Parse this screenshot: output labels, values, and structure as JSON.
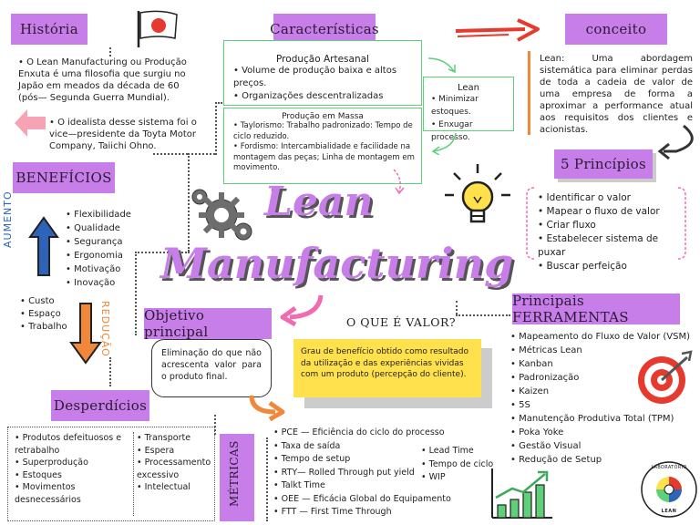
{
  "title": {
    "line1": "Lean",
    "line2": "Manufacturing"
  },
  "historia": {
    "header": "História",
    "p1": "O Lean Manufacturing ou Produção Enxuta é uma filosofia que surgiu no Japão em meados da década de 60 (pós— Segunda Guerra Mundial).",
    "p2": "O idealista desse sistema foi o vice—presidente da Toyta Motor Company, Taiichi Ohno."
  },
  "caracteristicas": {
    "header": "Características",
    "artesanal_title": "Produção Artesanal",
    "artesanal_items": [
      "Volume de produção baixa e altos preços.",
      "Organizações descentralizadas"
    ],
    "massa_title": "Produção em Massa",
    "massa_items": [
      "Taylorismo: Trabalho padronizado: Tempo de ciclo reduzido.",
      "Fordismo: Intercambialidade e facilidade na montagem das peças; Linha de montagem em movimento."
    ],
    "lean_title": "Lean",
    "lean_items": [
      "Minimizar estoques.",
      "Enxugar processo."
    ]
  },
  "conceito": {
    "header": "conceito",
    "text": "Lean: Uma abordagem sistemática para eliminar perdas de toda a cadeia de valor de uma empresa de forma a aproximar a performance atual aos requisitos dos clientes e acionistas."
  },
  "principios": {
    "header": "5 Princípios",
    "items": [
      "Identificar o valor",
      "Mapear o fluxo de valor",
      "Criar fluxo",
      "Estabelecer sistema de puxar",
      "Buscar perfeição"
    ]
  },
  "beneficios": {
    "header": "BENEFÍCIOS",
    "aumento_label": "AUMENTO",
    "reducao_label": "REDUÇÃO",
    "aumento_items": [
      "Flexibilidade",
      "Qualidade",
      "Segurança",
      "Ergonomia",
      "Motivação",
      "Inovação"
    ],
    "reducao_items": [
      "Custo",
      "Espaço",
      "Trabalho"
    ]
  },
  "objetivo": {
    "header": "Objetivo principal",
    "text": "Eliminação do que não acrescenta valor para o produto final."
  },
  "valor": {
    "question": "O QUE É VALOR?",
    "text": "Grau de benefício obtido como resultado da utilização e das experiências vividas com um produto (percepção do cliente)."
  },
  "ferramentas": {
    "header": "Principais FERRAMENTAS",
    "items": [
      "Mapeamento do Fluxo de Valor (VSM)",
      "Métricas Lean",
      "Kanban",
      "Padronização",
      "Kaizen",
      "5S",
      "Manutenção Produtiva Total (TPM)",
      "Poka Yoke",
      "Gestão Visual",
      "Redução de Setup"
    ]
  },
  "desperdicios": {
    "header": "Desperdícios",
    "col1": [
      "Produtos defeituosos e retrabalho",
      "Superprodução",
      "Estoques",
      "Movimentos desnecessários"
    ],
    "col2": [
      "Transporte",
      "Espera",
      "Processamento excessivo",
      "Intelectual"
    ]
  },
  "metricas": {
    "header": "MÉTRICAS",
    "col1": [
      "PCE — Eficiência do ciclo do processo",
      "Taxa de saída",
      "Tempo de setup",
      "RTY— Rolled Through put yield",
      "Talkt Time",
      "OEE — Eficácia Global do Equipamento",
      "FTT — First Time Through"
    ],
    "col2": [
      "Lead Time",
      "Tempo de ciclo",
      "WIP"
    ]
  },
  "logo": {
    "top": "LABORATÓRIO",
    "bottom": "LEAN"
  },
  "colors": {
    "accent": "#c77ee8",
    "green": "#5fcf7a",
    "yellow": "#ffe04d",
    "orange": "#f0873a",
    "blue": "#2d63b8",
    "red": "#e63a2e"
  }
}
